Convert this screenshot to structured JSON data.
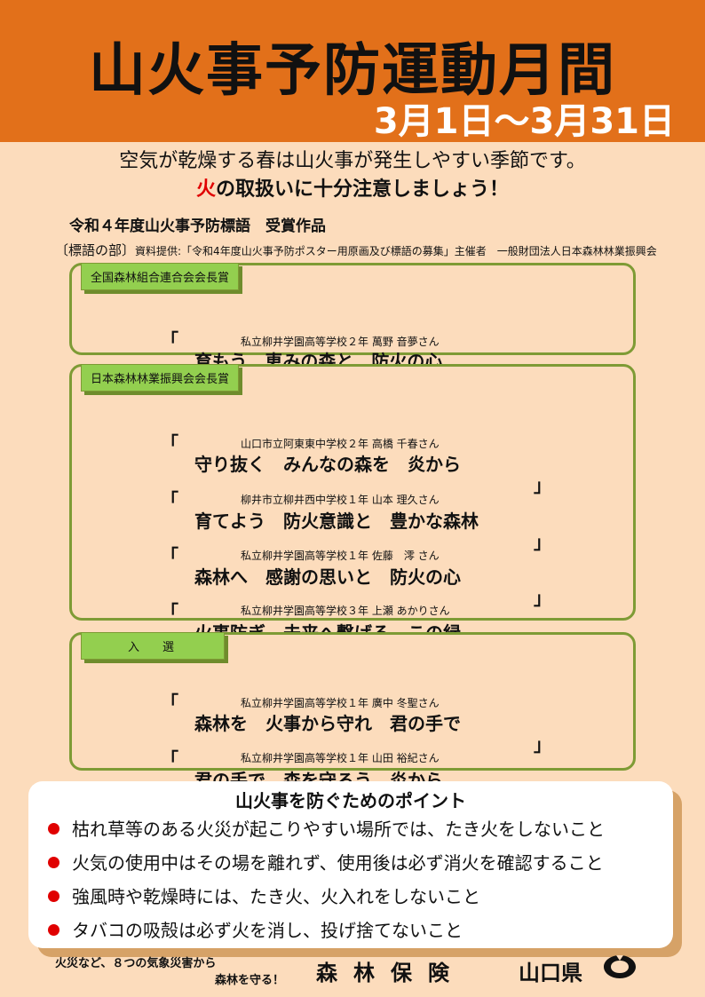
{
  "header": {
    "title": "山火事予防運動月間",
    "dates": "3月1日～3月31日"
  },
  "intro": {
    "line1": "空気が乾燥する春は山火事が発生しやすい季節です。",
    "line2_fire": "火",
    "line2_rest": "の取扱いに十分注意しましょう！"
  },
  "awards": {
    "heading": "令和４年度山火事予防標語　受賞作品",
    "category": "〔標語の部〕",
    "source": "資料提供:「令和4年度山火事予防ポスター用原画及び標語の募集」主催者　一般財団法人日本森林林業振興会"
  },
  "boxes": [
    {
      "tag": "全国森林組合連合会会長賞",
      "entries": [
        {
          "slogan": "育もう　恵みの森と　防火の心",
          "author": "私立柳井学園高等学校２年 萬野 音夢さん"
        }
      ]
    },
    {
      "tag": "日本森林林業振興会会長賞",
      "entries": [
        {
          "slogan": "守り抜く　みんなの森を　炎から",
          "author": "山口市立阿東東中学校２年 高橋 千春さん"
        },
        {
          "slogan": "育てよう　防火意識と　豊かな森林",
          "author": "柳井市立柳井西中学校１年 山本 理久さん"
        },
        {
          "slogan": "森林へ　感謝の思いと　防火の心",
          "author": "私立柳井学園高等学校１年 佐藤　澪 さん"
        },
        {
          "slogan": "火事防ぎ　未来へ繋げる　この緑",
          "author": "私立柳井学園高等学校３年 上瀬 あかりさん"
        }
      ]
    },
    {
      "tag": "入　　選",
      "entries": [
        {
          "slogan": "森林を　火事から守れ　君の手で",
          "author": "私立柳井学園高等学校１年 廣中 冬聖さん"
        },
        {
          "slogan": "君の手で　森を守ろう　炎から",
          "author": "私立柳井学園高等学校１年 山田 裕紀さん"
        }
      ]
    }
  ],
  "quote_open": "「",
  "quote_close": "」",
  "points": {
    "title": "山火事を防ぐためのポイント",
    "items": [
      "枯れ草等のある火災が起こりやすい場所では、たき火をしないこと",
      "火気の使用中はその場を離れず、使用後は必ず消火を確認すること",
      "強風時や乾燥時には、たき火、火入れをしないこと",
      "タバコの吸殻は必ず火を消し、投げ捨てないこと"
    ]
  },
  "footer": {
    "tagline1": "火災など、８つの気象災害から",
    "tagline2": "森林を守る！",
    "org": "森林保険",
    "prefecture": "山口県"
  },
  "colors": {
    "background": "#fcdcbc",
    "header": "#e2701a",
    "accent_red": "#e00000",
    "box_border": "#7e9b35",
    "tag_green": "#93cf4f"
  }
}
